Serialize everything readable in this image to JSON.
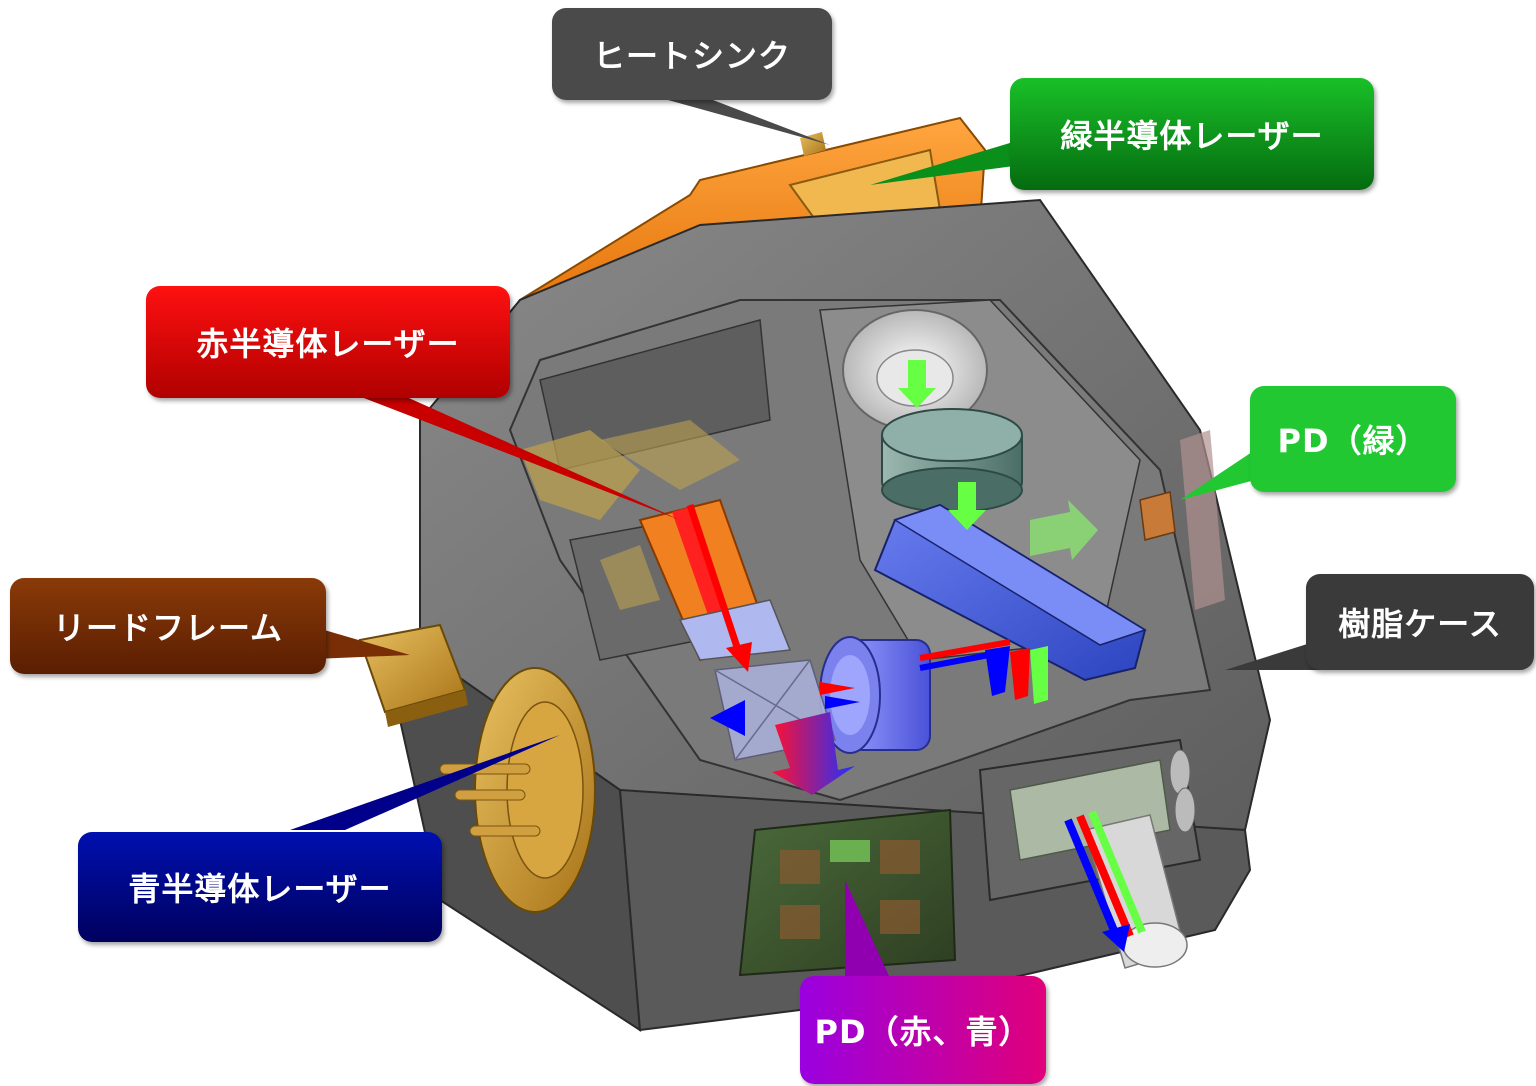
{
  "labels": {
    "heatsink": "ヒートシンク",
    "green_laser": "緑半導体レーザー",
    "red_laser": "赤半導体レーザー",
    "pd_green": "PD（緑）",
    "lead_frame": "リードフレーム",
    "resin_case": "樹脂ケース",
    "blue_laser": "青半導体レーザー",
    "pd_red_blue": "PD（赤、青）"
  },
  "colors": {
    "heatsink_box": "#4a4a4a",
    "green_box": "#0a8f1a",
    "red_box": "#e80000",
    "pd_green_box": "#22c832",
    "lead_frame_box": "#7a2e06",
    "resin_case_box": "#3a3a3a",
    "blue_box": "#00008a",
    "pd_red_blue_box": "#b000c0",
    "case_body": "#707070",
    "heatsink_orange": "#ff8a1a",
    "brass": "#c8962a",
    "beam_red": "#ff0000",
    "beam_green": "#66ff44",
    "beam_blue": "#0000ff"
  }
}
